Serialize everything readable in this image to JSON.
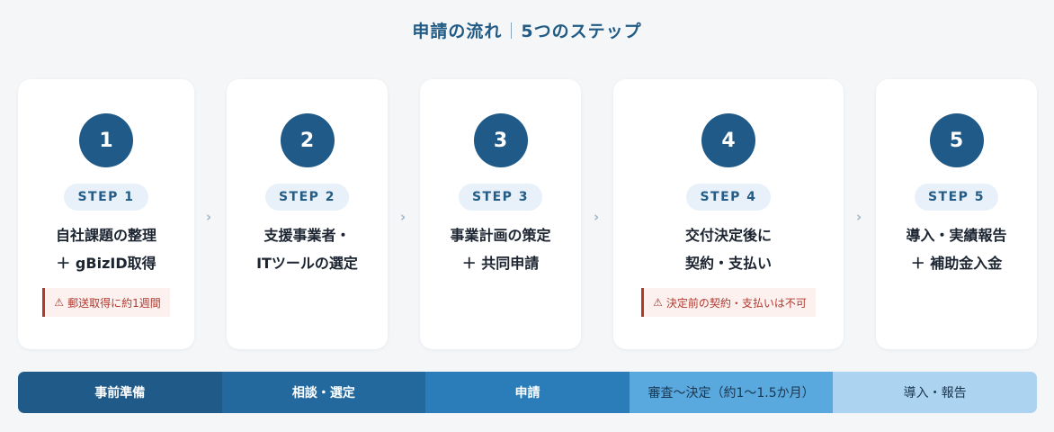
{
  "header": {
    "title_main": "申請の流れ",
    "title_sub": "5つのステップ"
  },
  "steps": [
    {
      "number": "1",
      "label": "STEP 1",
      "title_line1": "自社課題の整理",
      "title_line2": "＋ gBizID取得",
      "warning": "郵送取得に約1週間"
    },
    {
      "number": "2",
      "label": "STEP 2",
      "title_line1": "支援事業者・",
      "title_line2": "ITツールの選定",
      "warning": null
    },
    {
      "number": "3",
      "label": "STEP 3",
      "title_line1": "事業計画の策定",
      "title_line2": "＋ 共同申請",
      "warning": null
    },
    {
      "number": "4",
      "label": "STEP 4",
      "title_line1": "交付決定後に",
      "title_line2": "契約・支払い",
      "warning": "決定前の契約・支払いは不可"
    },
    {
      "number": "5",
      "label": "STEP 5",
      "title_line1": "導入・実績報告",
      "title_line2": "＋ 補助金入金",
      "warning": null
    }
  ],
  "icons": {
    "chevron": "›",
    "warning": "⚠"
  },
  "timeline": {
    "segments": [
      {
        "label": "事前準備",
        "color": "#1f5a88",
        "text_color": "#ffffff"
      },
      {
        "label": "相談・選定",
        "color": "#23699e",
        "text_color": "#ffffff"
      },
      {
        "label": "申請",
        "color": "#2a7db8",
        "text_color": "#ffffff"
      },
      {
        "label": "審査〜決定（約1〜1.5か月）",
        "color": "#5aa9de",
        "text_color": "#1a3650"
      },
      {
        "label": "導入・報告",
        "color": "#acd4f0",
        "text_color": "#1a3650"
      }
    ]
  },
  "colors": {
    "primary": "#1f5a88",
    "pill_bg": "#e8f1f9",
    "warning": "#b03a2e",
    "warning_bg": "#fdf1f0",
    "background": "#f4f6f8"
  }
}
